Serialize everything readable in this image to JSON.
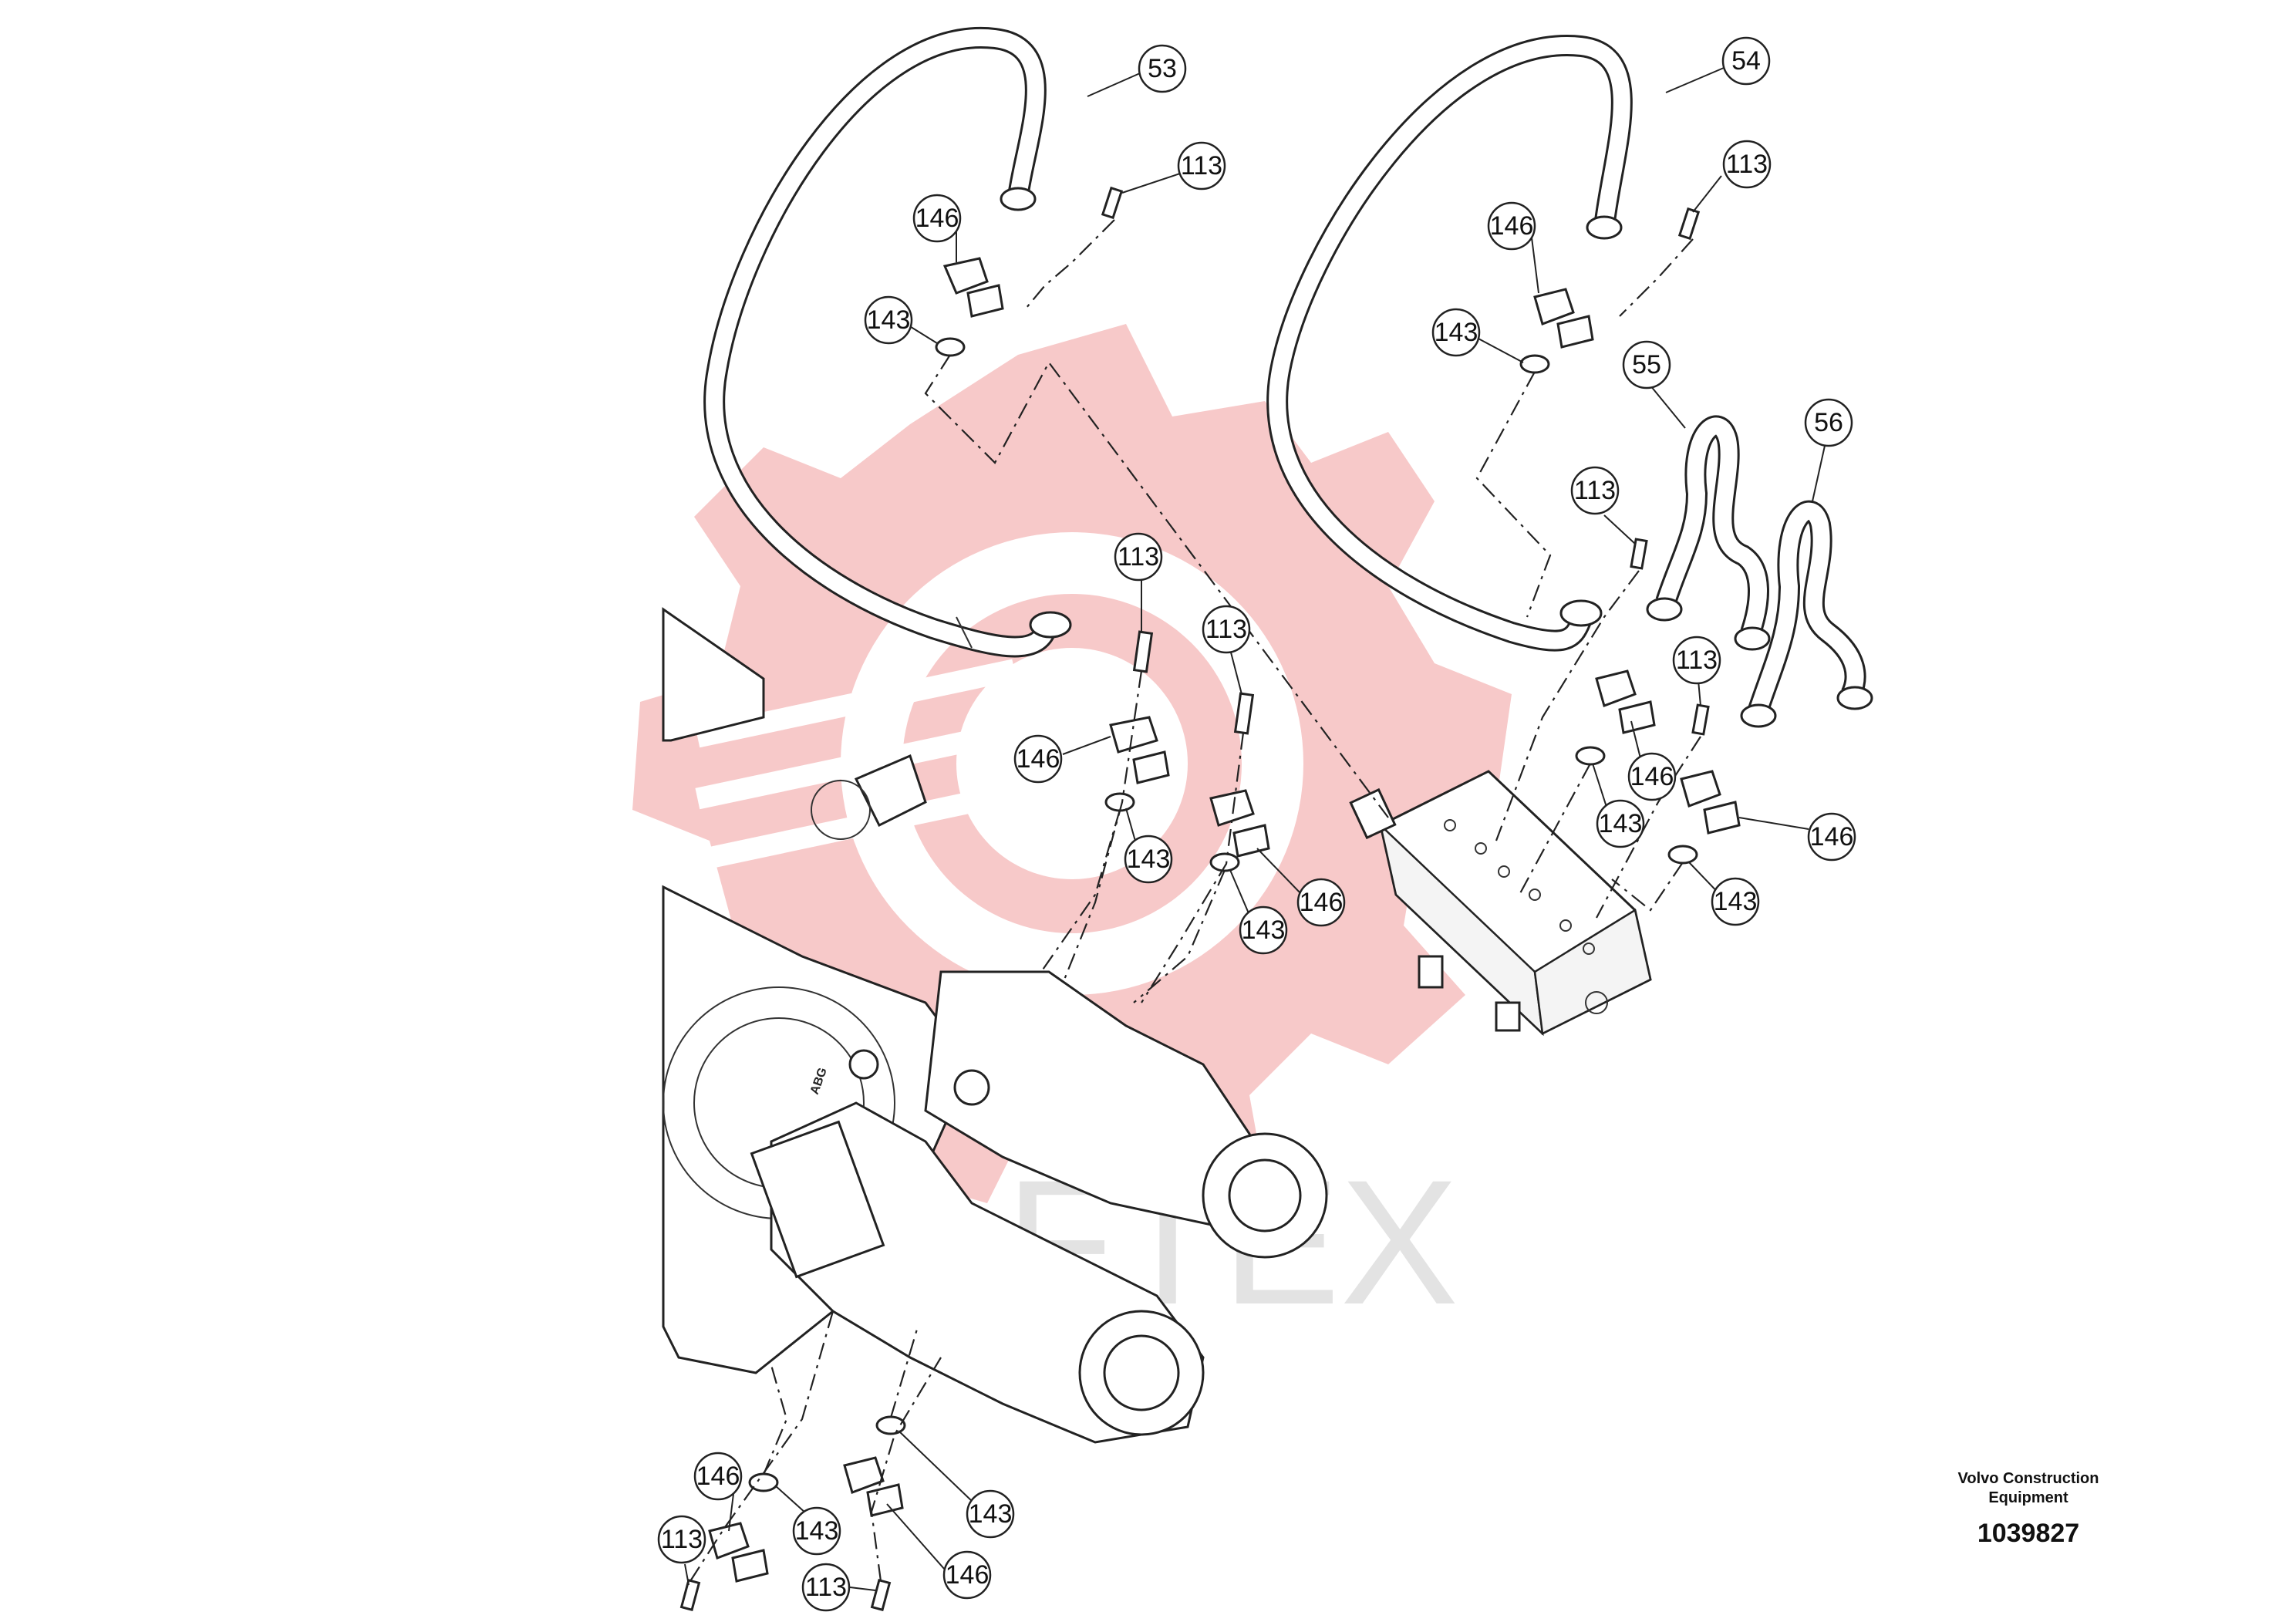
{
  "callouts": [
    {
      "label": "53"
    },
    {
      "label": "54"
    },
    {
      "label": "55"
    },
    {
      "label": "56"
    },
    {
      "label": "113"
    },
    {
      "label": "113"
    },
    {
      "label": "113"
    },
    {
      "label": "113"
    },
    {
      "label": "113"
    },
    {
      "label": "113"
    },
    {
      "label": "113"
    },
    {
      "label": "113"
    },
    {
      "label": "146"
    },
    {
      "label": "146"
    },
    {
      "label": "146"
    },
    {
      "label": "146"
    },
    {
      "label": "146"
    },
    {
      "label": "146"
    },
    {
      "label": "146"
    },
    {
      "label": "146"
    },
    {
      "label": "143"
    },
    {
      "label": "143"
    },
    {
      "label": "143"
    },
    {
      "label": "143"
    },
    {
      "label": "143"
    },
    {
      "label": "143"
    },
    {
      "label": "143"
    },
    {
      "label": "143"
    }
  ],
  "watermark": {
    "text": "AFTEX",
    "color": "#f7c9c9"
  },
  "part_mark": "ABG",
  "footer": {
    "maker_line1": "Volvo Construction",
    "maker_line2": "Equipment",
    "doc_number": "1039827"
  }
}
